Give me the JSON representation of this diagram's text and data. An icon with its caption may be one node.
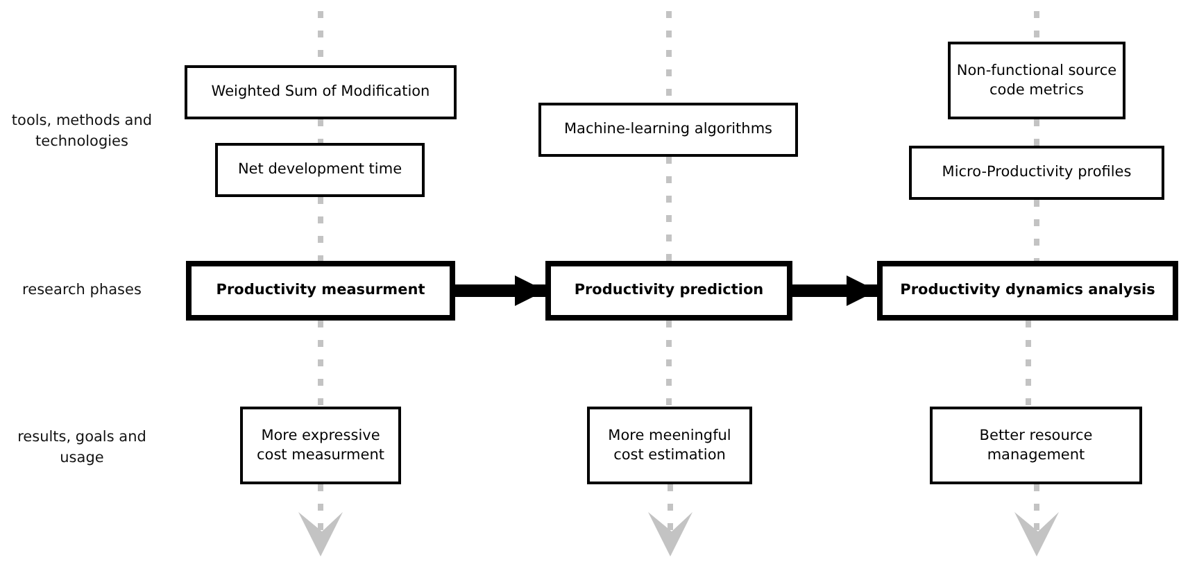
{
  "diagram": {
    "nodes": [
      {
        "text": [
          "Weighted Sum of Modification"
        ]
      },
      {
        "text": [
          "Net development time"
        ]
      },
      {
        "text": [
          "Machine-learning algorithms"
        ]
      },
      {
        "text": [
          "Non-functional source code metrics"
        ]
      },
      {
        "text": [
          "Micro-Productivity profiles"
        ]
      },
      {
        "text": [
          "Productivity measurment"
        ]
      },
      {
        "text": [
          "Productivity prediction"
        ]
      },
      {
        "text": [
          "Productivity dynamics analysis"
        ]
      },
      {
        "text": [
          "More expressive cost measurment"
        ]
      },
      {
        "text": [
          "More meeningful cost estimation"
        ]
      },
      {
        "text": [
          "Better resource management"
        ]
      }
    ],
    "edges": [
      {
        "from": 5,
        "to": 6,
        "arrow": "to",
        "style": "thick",
        "color": "#000000"
      },
      {
        "from": 6,
        "to": 7,
        "arrow": "to",
        "style": "thick",
        "color": "#000000"
      },
      {
        "from": null,
        "to": 0,
        "arrow": "none",
        "style": "dashed"
      },
      {
        "from": 0,
        "to": 1,
        "arrow": "none",
        "style": "dashed"
      },
      {
        "from": 1,
        "to": 5,
        "arrow": "none",
        "style": "dashed"
      },
      {
        "from": 5,
        "to": 8,
        "arrow": "none",
        "style": "dashed"
      },
      {
        "from": 8,
        "to": null,
        "arrow": "to",
        "style": "dashed"
      },
      {
        "from": null,
        "to": 2,
        "arrow": "none",
        "style": "dashed"
      },
      {
        "from": 2,
        "to": 6,
        "arrow": "none",
        "style": "dashed"
      },
      {
        "from": 6,
        "to": 9,
        "arrow": "none",
        "style": "dashed"
      },
      {
        "from": 9,
        "to": null,
        "arrow": "to",
        "style": "dashed"
      },
      {
        "from": null,
        "to": 3,
        "arrow": "none",
        "style": "dashed"
      },
      {
        "from": 3,
        "to": 4,
        "arrow": "none",
        "style": "dashed"
      },
      {
        "from": 4,
        "to": 7,
        "arrow": "none",
        "style": "dashed"
      },
      {
        "from": 7,
        "to": 10,
        "arrow": "none",
        "style": "dashed"
      },
      {
        "from": 10,
        "to": null,
        "arrow": "to",
        "style": "dashed"
      }
    ],
    "labels": [
      "tools, methods and technologies",
      "research phases",
      "results, goals and usage"
    ]
  }
}
